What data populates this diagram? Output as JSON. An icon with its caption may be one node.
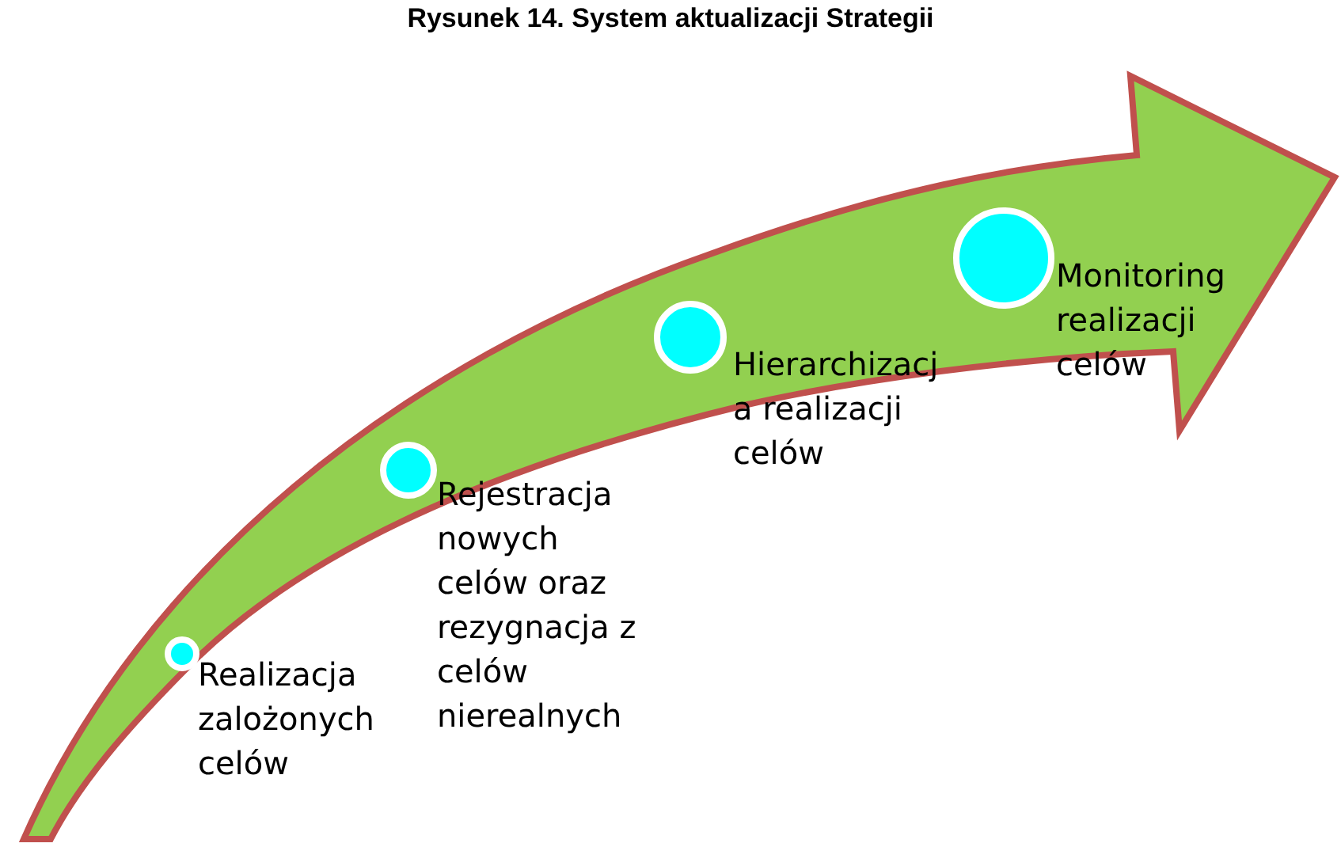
{
  "diagram": {
    "title": "Rysunek 14. System aktualizacji Strategii",
    "nodes": [
      {
        "text": [],
        "shape": "circle",
        "beside": [
          "Realizacja zalożonych celów"
        ]
      },
      {
        "text": [],
        "shape": "circle",
        "beside": [
          "Rejestracja nowych celów oraz rezygnacja z celów nierealnych"
        ]
      },
      {
        "text": [],
        "shape": "circle",
        "beside": [
          "Hierarchizacja realizacji celów"
        ]
      },
      {
        "text": [],
        "shape": "circle",
        "beside": [
          "Monitoring realizacji celów"
        ]
      }
    ],
    "edges": []
  }
}
